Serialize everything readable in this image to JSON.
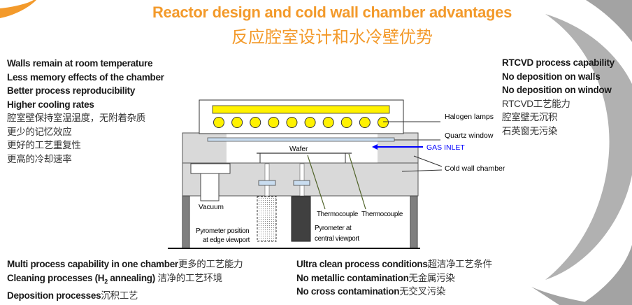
{
  "title": {
    "en": "Reactor design and cold wall chamber advantages",
    "zh": "反应腔室设计和水冷壁优势"
  },
  "colors": {
    "title": "#F39A2B",
    "lamp": "#FFF200",
    "gas_inlet": "#0000FF",
    "chamber": "#D9D9D9",
    "thermocouple_line": "#4F6228"
  },
  "left_list": [
    {
      "text": "Walls remain at room temperature",
      "bold": true
    },
    {
      "text": "Less memory effects of the chamber",
      "bold": true
    },
    {
      "text": "Better process reproducibility",
      "bold": true
    },
    {
      "text": "Higher cooling rates",
      "bold": true
    },
    {
      "text": "腔室壁保持室温温度，无附着杂质",
      "bold": false
    },
    {
      "text": "更少的记忆效应",
      "bold": false
    },
    {
      "text": "更好的工艺重复性",
      "bold": false
    },
    {
      "text": "更高的冷却速率",
      "bold": false
    }
  ],
  "right_list": [
    {
      "text": "RTCVD process capability",
      "bold": true
    },
    {
      "text": "No deposition on walls",
      "bold": true
    },
    {
      "text": "No deposition on window",
      "bold": true
    },
    {
      "text": "RTCVD工艺能力",
      "bold": false
    },
    {
      "text": "腔室壁无沉积",
      "bold": false
    },
    {
      "text": "石英窗无污染",
      "bold": false
    }
  ],
  "bottom_left": {
    "line1_en": "Multi process capability in one chamber",
    "line1_zh": "更多的工艺能力",
    "line2_en_a": "Cleaning processes (H",
    "line2_sub": "2",
    "line2_en_b": " annealing)",
    "line2_zh": " 洁净的工艺环境",
    "line3_en": "Deposition processes",
    "line3_zh": "沉积工艺"
  },
  "bottom_right": [
    {
      "en": "Ultra clean process conditions",
      "zh": "超洁净工艺条件"
    },
    {
      "en": "No metallic contamination",
      "zh": "无金属污染"
    },
    {
      "en": "No cross contamination",
      "zh": "无交叉污染"
    }
  ],
  "diagram": {
    "labels": {
      "halogen": "Halogen lamps",
      "quartz": "Quartz window",
      "gas": "GAS INLET",
      "cold_wall": "Cold wall chamber",
      "wafer": "Wafer",
      "vacuum": "Vacuum",
      "thermo1": "Thermocouple",
      "thermo2": "Thermocouple",
      "pyro_edge_1": "Pyrometer position",
      "pyro_edge_2": "at edge viewport",
      "pyro_center_1": "Pyrometer at",
      "pyro_center_2": "central viewport"
    },
    "lamp_count": 10
  }
}
